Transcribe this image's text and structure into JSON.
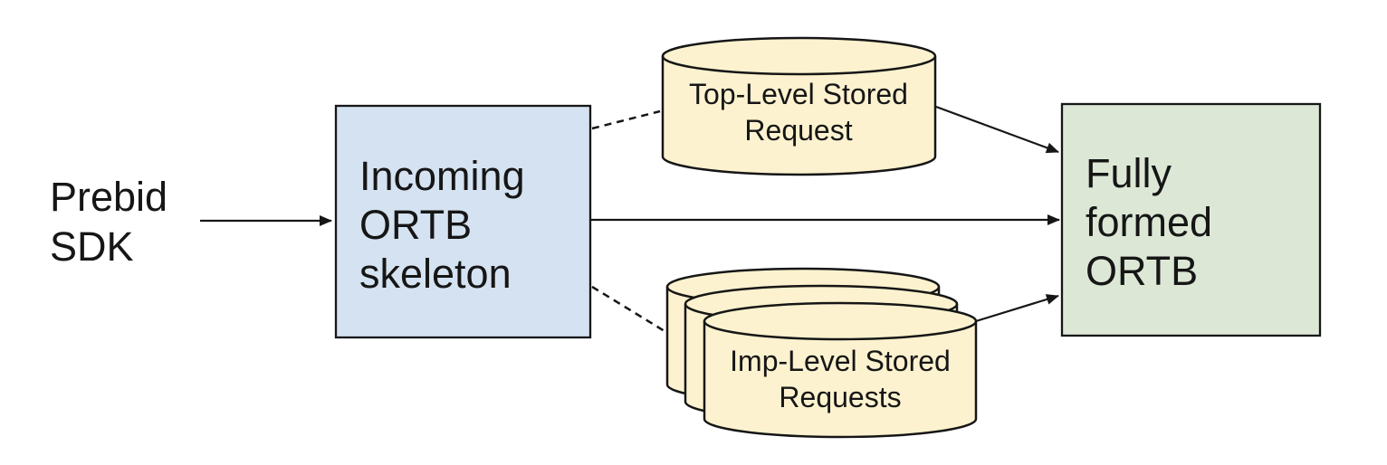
{
  "diagram": {
    "colors": {
      "background": "#ffffff",
      "stroke": "#161616",
      "incoming_box_fill": "#d4e2f1",
      "fully_formed_box_fill": "#dce8d5",
      "cylinder_fill": "#fcf2cf"
    },
    "nodes": {
      "prebid_sdk": {
        "label": "Prebid SDK",
        "line1": "Prebid",
        "line2": "SDK"
      },
      "incoming_ortb": {
        "label": "Incoming ORTB skeleton",
        "line1": "Incoming",
        "line2": "ORTB",
        "line3": "skeleton"
      },
      "top_level_stored_request": {
        "label": "Top-Level Stored Request",
        "line1": "Top-Level Stored",
        "line2": "Request"
      },
      "imp_level_stored_requests": {
        "label": "Imp-Level Stored Requests",
        "line1": "Imp-Level Stored",
        "line2": "Requests"
      },
      "fully_formed_ortb": {
        "label": "Fully formed ORTB",
        "line1": "Fully",
        "line2": "formed",
        "line3": "ORTB"
      }
    },
    "edges": [
      {
        "from": "prebid_sdk",
        "to": "incoming_ortb",
        "style": "solid",
        "arrowhead": true
      },
      {
        "from": "incoming_ortb",
        "to": "top_level_stored_request",
        "style": "dashed",
        "arrowhead": false
      },
      {
        "from": "incoming_ortb",
        "to": "imp_level_stored_requests",
        "style": "dashed",
        "arrowhead": false
      },
      {
        "from": "incoming_ortb",
        "to": "fully_formed_ortb",
        "style": "solid",
        "arrowhead": true
      },
      {
        "from": "top_level_stored_request",
        "to": "fully_formed_ortb",
        "style": "solid",
        "arrowhead": true
      },
      {
        "from": "imp_level_stored_requests",
        "to": "fully_formed_ortb",
        "style": "solid",
        "arrowhead": true
      }
    ]
  }
}
